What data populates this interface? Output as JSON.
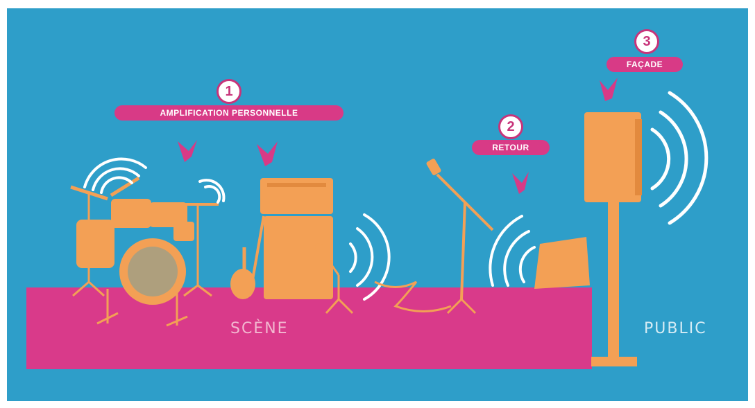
{
  "callouts": [
    {
      "number": "1",
      "label": "AMPLIFICATION PERSONNELLE"
    },
    {
      "number": "2",
      "label": "RETOUR"
    },
    {
      "number": "3",
      "label": "FAÇADE"
    }
  ],
  "zones": {
    "stage": "SCÈNE",
    "audience": "PUBLIC"
  },
  "colors": {
    "background": "#2e9ec9",
    "stage": "#d93a8a",
    "equipment": "#f3a055",
    "callout": "#d83a86",
    "waves": "#ffffff"
  }
}
